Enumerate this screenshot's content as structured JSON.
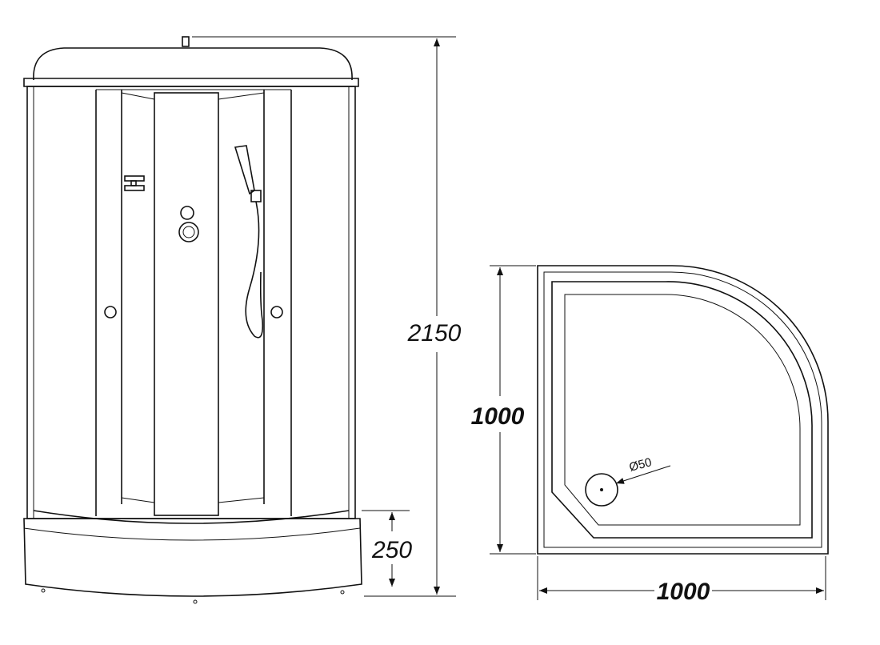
{
  "labels": {
    "total_height": "2150",
    "tray_height": "250",
    "tray_depth": "1000",
    "tray_width": "1000",
    "drain_diameter": "Ø50"
  }
}
